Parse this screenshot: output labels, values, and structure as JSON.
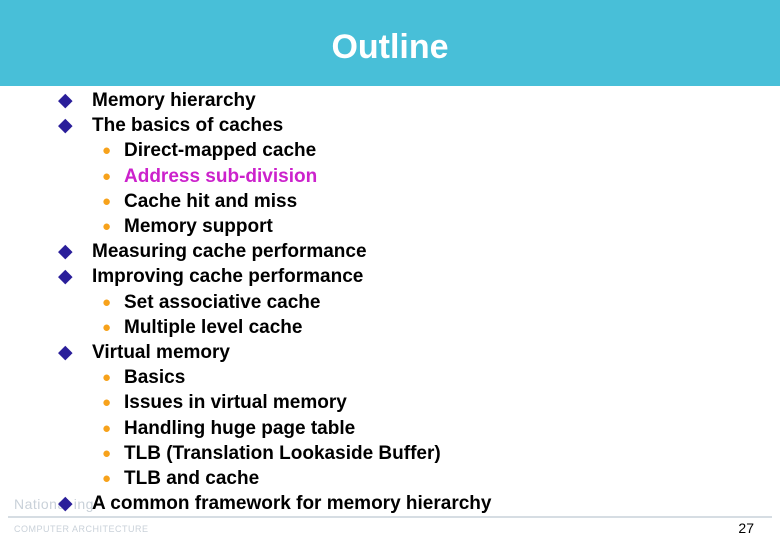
{
  "slide": {
    "title": "Outline",
    "page_number": "27",
    "watermark": {
      "line1": "National  ing",
      "line2": "COMPUTER   ARCHITECTURE"
    },
    "colors": {
      "header": "#48bfd8",
      "bullet_l1": "#2a1e9a",
      "bullet_l2": "#f7a21b",
      "highlight": "#cc22cc"
    },
    "bullet_icons": {
      "level1": "diamond-bullet-icon",
      "level2": "dot-bullet-icon"
    }
  },
  "outline": [
    {
      "text": "Memory hierarchy",
      "level": 1
    },
    {
      "text": "The basics of caches",
      "level": 1
    },
    {
      "text": "Direct-mapped cache",
      "level": 2
    },
    {
      "text": "Address sub-division",
      "level": 2,
      "highlighted": true
    },
    {
      "text": "Cache hit and miss",
      "level": 2
    },
    {
      "text": "Memory support",
      "level": 2
    },
    {
      "text": "Measuring cache performance",
      "level": 1
    },
    {
      "text": "Improving cache performance",
      "level": 1
    },
    {
      "text": "Set associative cache",
      "level": 2
    },
    {
      "text": "Multiple level cache",
      "level": 2
    },
    {
      "text": "Virtual memory",
      "level": 1
    },
    {
      "text": "Basics",
      "level": 2
    },
    {
      "text": "Issues in virtual memory",
      "level": 2
    },
    {
      "text": "Handling huge page table",
      "level": 2
    },
    {
      "text": "TLB (Translation Lookaside Buffer)",
      "level": 2
    },
    {
      "text": "TLB and cache",
      "level": 2
    },
    {
      "text": "A common framework for memory hierarchy",
      "level": 1
    }
  ]
}
